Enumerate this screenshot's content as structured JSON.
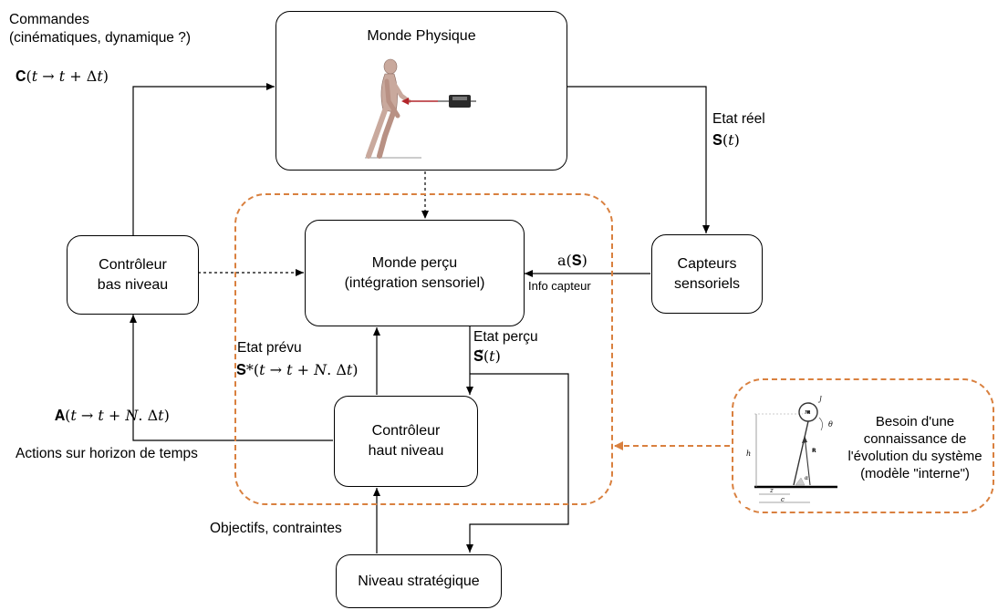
{
  "labels": {
    "commands_line1": "Commandes",
    "commands_line2": "(cinématiques, dynamique ?)",
    "commands_math": "𝐂(𝑡 → 𝑡 + Δ𝑡)",
    "real_state_label": "Etat réel",
    "real_state_math": "𝐒(𝑡)",
    "sensor_math": "a(𝐒)",
    "sensor_info": "Info capteur",
    "predicted_state_label": "Etat prévu",
    "predicted_state_math": "𝐒*(𝑡 → 𝑡 + 𝑁. Δ𝑡)",
    "perceived_state_label": "Etat perçu",
    "perceived_state_math": "𝐒̃(𝑡)",
    "actions_math": "𝐀(𝑡 → 𝑡 + 𝑁. Δ𝑡)",
    "actions_label": "Actions sur horizon de temps",
    "objectives_label": "Objectifs, contraintes"
  },
  "nodes": {
    "physical_world": "Monde Physique",
    "perceived_world_line1": "Monde perçu",
    "perceived_world_line2": "(intégration sensoriel)",
    "low_ctrl_line1": "Contrôleur",
    "low_ctrl_line2": "bas niveau",
    "sensors_line1": "Capteurs",
    "sensors_line2": "sensoriels",
    "high_ctrl_line1": "Contrôleur",
    "high_ctrl_line2": "haut niveau",
    "strategic": "Niveau stratégique"
  },
  "internal_model": {
    "text_line1": "Besoin d'une",
    "text_line2": "connaissance de",
    "text_line3": "l'évolution du système",
    "text_line4": "(modèle \"interne\")",
    "fig_m": "m",
    "fig_J": "J",
    "fig_theta": "θ",
    "fig_h": "h",
    "fig_R": "R",
    "fig_alpha": "α",
    "fig_z": "z",
    "fig_c": "c"
  },
  "colors": {
    "cluster_dash": "#d9803f",
    "line": "#000000",
    "force_arrow": "#b3262b",
    "figure_body": "#c9a99d"
  }
}
